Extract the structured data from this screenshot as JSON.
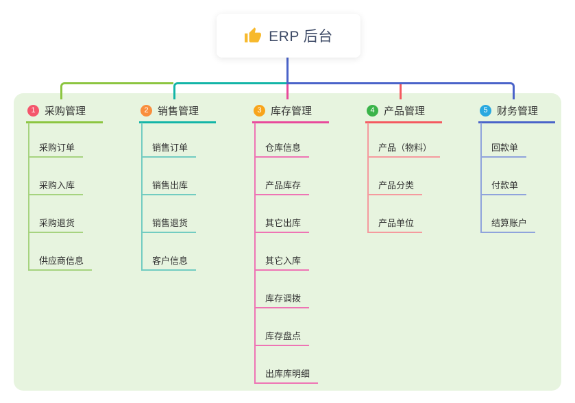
{
  "root": {
    "title": "ERP 后台",
    "icon": "thumbs-up",
    "icon_color": "#f7b92c",
    "box_color": "#ffffff",
    "text_color": "#3d4a66",
    "line_color": "#4a63c9"
  },
  "panel": {
    "background_color": "#e7f4df"
  },
  "branches": [
    {
      "num": "1",
      "title": "采购管理",
      "badge_color": "#f4566c",
      "line_color": "#8cc540",
      "child_line_color": "#a6d37f",
      "children": [
        "采购订单",
        "采购入库",
        "采购退货",
        "供应商信息"
      ]
    },
    {
      "num": "2",
      "title": "销售管理",
      "badge_color": "#f98e3d",
      "line_color": "#13b5a7",
      "child_line_color": "#72ccc1",
      "children": [
        "销售订单",
        "销售出库",
        "销售退货",
        "客户信息"
      ]
    },
    {
      "num": "3",
      "title": "库存管理",
      "badge_color": "#f8a41b",
      "line_color": "#e8499b",
      "child_line_color": "#ee74b4",
      "children": [
        "仓库信息",
        "产品库存",
        "其它出库",
        "其它入库",
        "库存调拨",
        "库存盘点",
        "出库库明细"
      ]
    },
    {
      "num": "4",
      "title": "产品管理",
      "badge_color": "#3bb44a",
      "line_color": "#f4595f",
      "child_line_color": "#f59a9e",
      "children": [
        "产品（物料）",
        "产品分类",
        "产品单位"
      ]
    },
    {
      "num": "5",
      "title": "财务管理",
      "badge_color": "#29a8e0",
      "line_color": "#4a63c9",
      "child_line_color": "#8fa3dc",
      "children": [
        "回款单",
        "付款单",
        "结算账户"
      ]
    }
  ]
}
